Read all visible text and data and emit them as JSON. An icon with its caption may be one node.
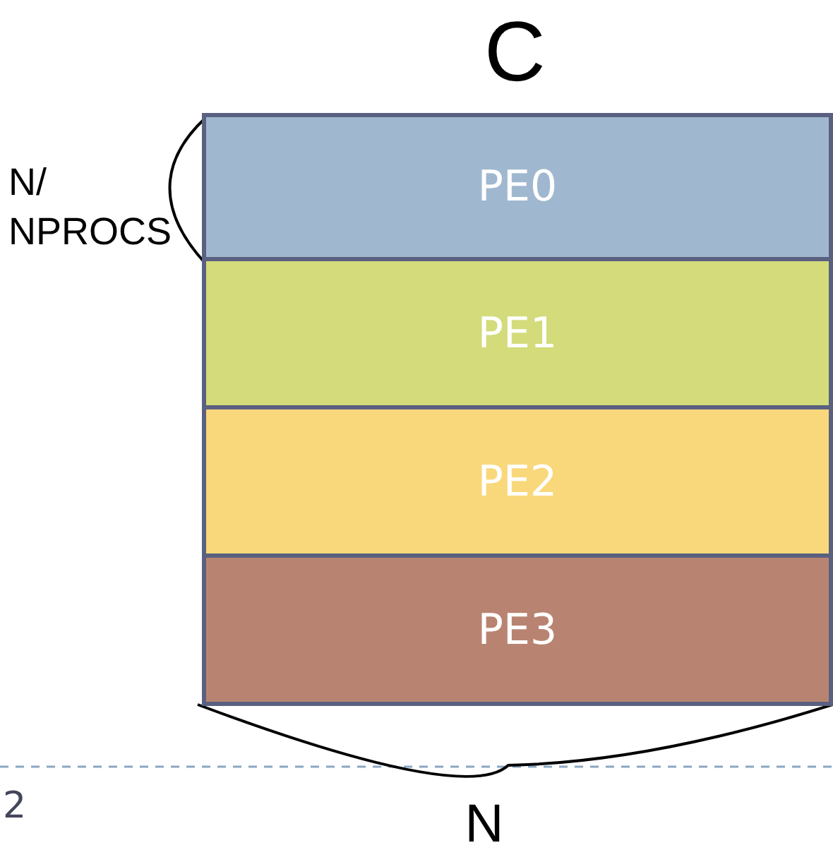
{
  "diagram": {
    "title": "C",
    "nodes": [
      {
        "text": [
          "PE0"
        ]
      },
      {
        "text": [
          "PE1"
        ]
      },
      {
        "text": [
          "PE2"
        ]
      },
      {
        "text": [
          "PE3"
        ]
      }
    ],
    "labels": [
      "N/ NPROCS",
      "N",
      "2"
    ]
  }
}
